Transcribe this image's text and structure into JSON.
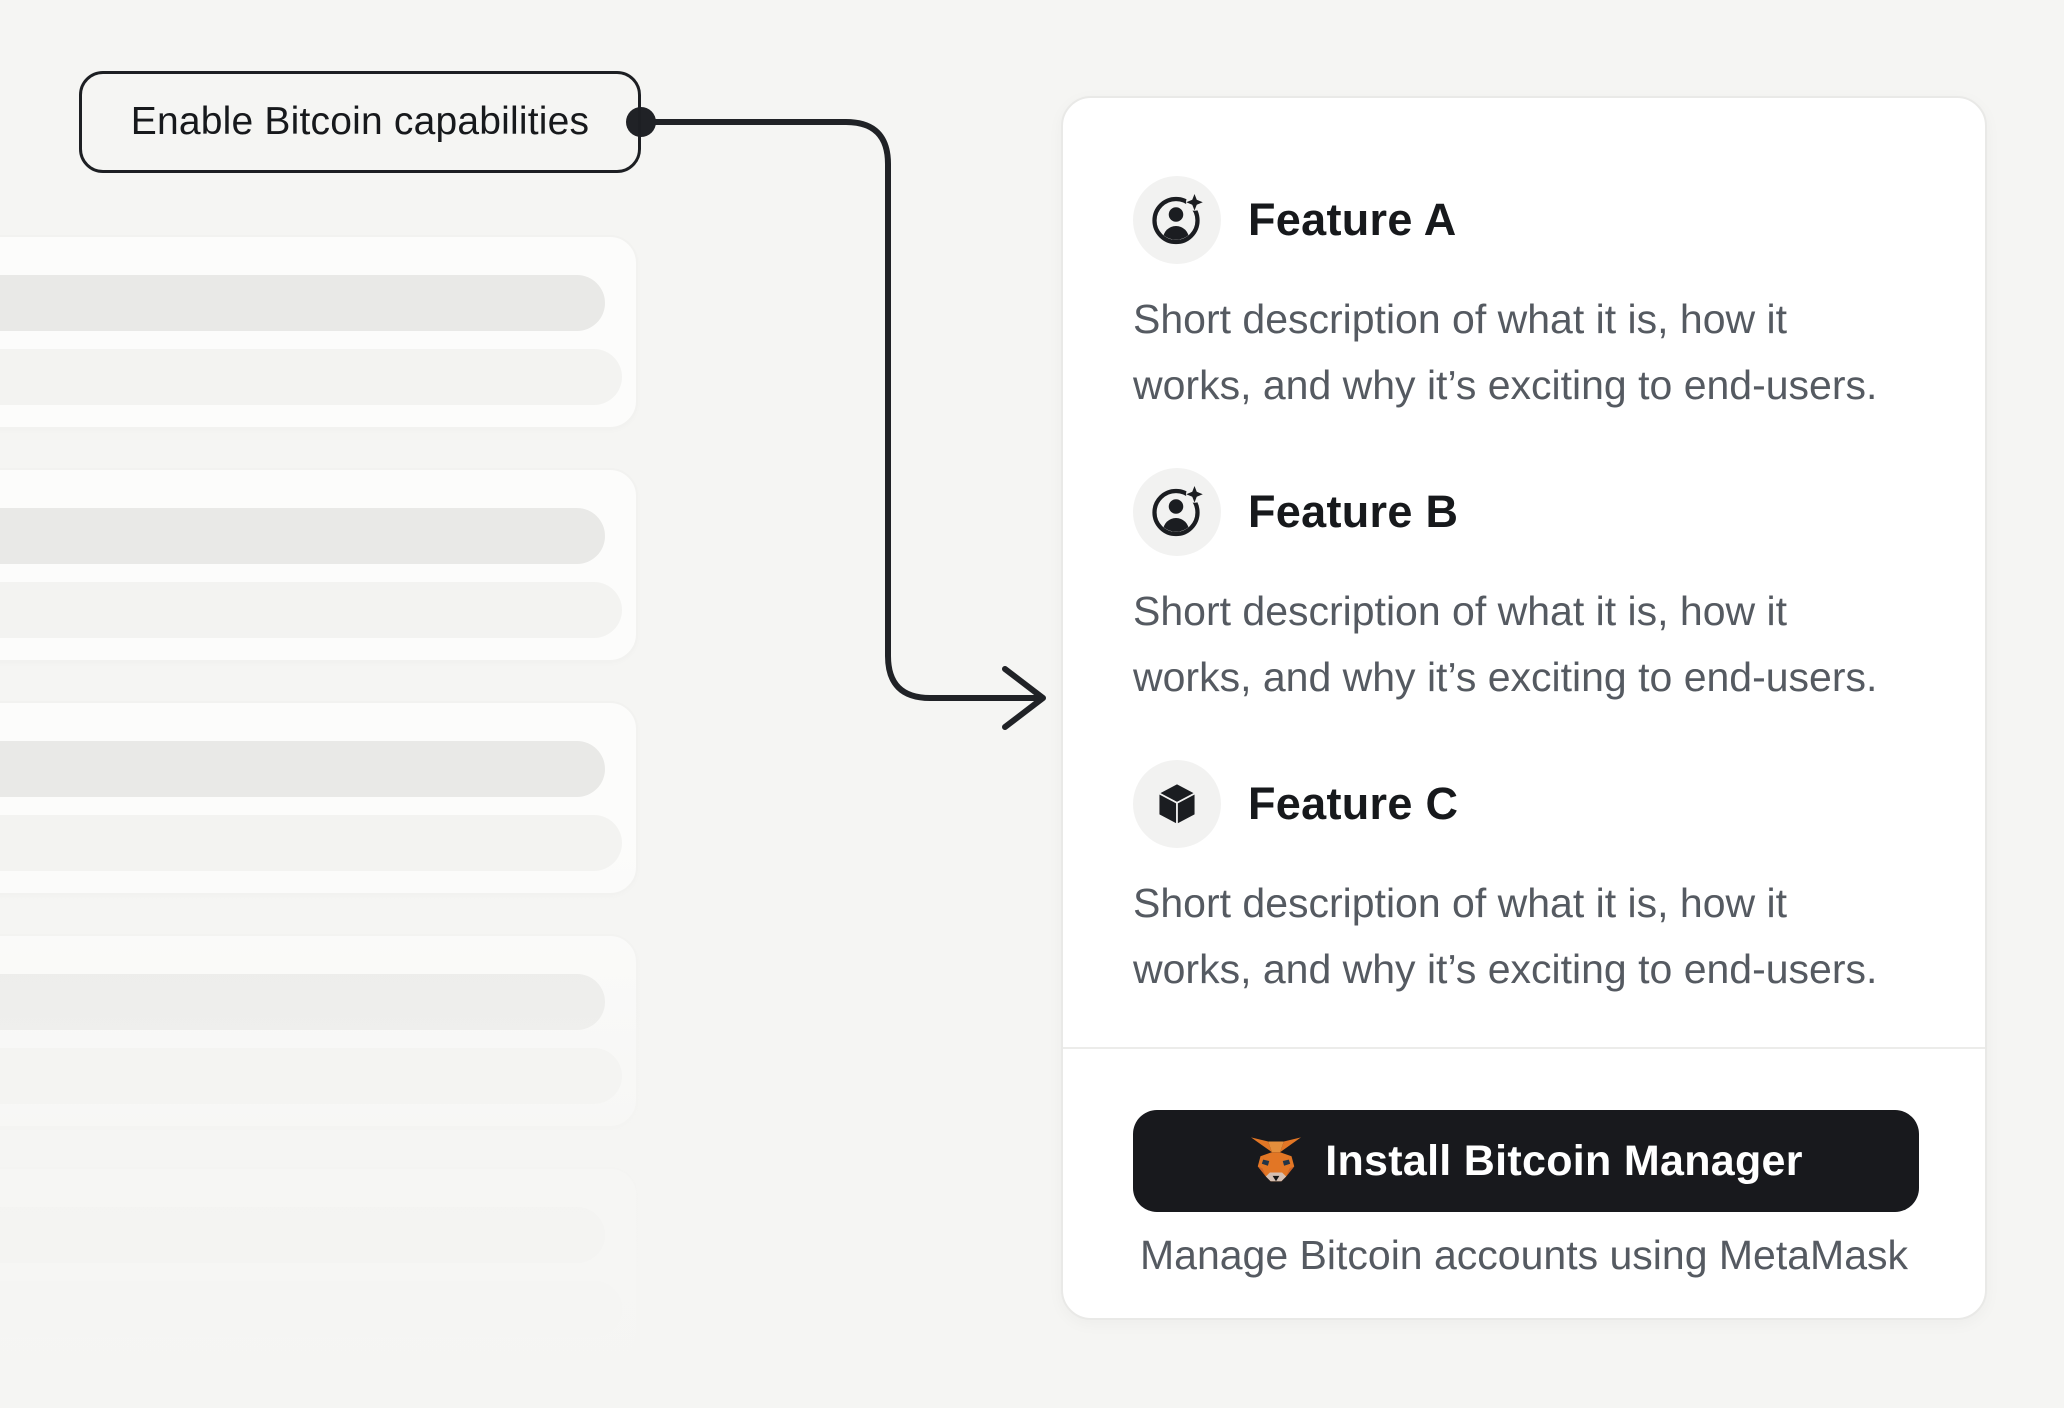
{
  "callout": {
    "label": "Enable Bitcoin capabilities"
  },
  "panel": {
    "features": [
      {
        "title": "Feature A",
        "icon": "user-sparkle-icon",
        "description_lines": [
          "Short description of what it is, how it",
          "works, and why it’s exciting to end-users."
        ]
      },
      {
        "title": "Feature B",
        "icon": "user-sparkle-icon",
        "description_lines": [
          "Short description of what it is, how it",
          "works, and why it’s exciting to end-users."
        ]
      },
      {
        "title": "Feature C",
        "icon": "cube-icon",
        "description_lines": [
          "Short description of what it is, how it",
          "works, and why it’s exciting to end-users."
        ]
      }
    ],
    "install_button": {
      "label": "Install Bitcoin Manager",
      "icon": "metamask-fox-icon"
    },
    "footer_note": "Manage Bitcoin accounts using MetaMask"
  },
  "colors": {
    "background": "#f5f5f3",
    "panel_background": "#ffffff",
    "ink": "#17191c",
    "text_secondary": "#555a61",
    "button_background": "#18191d",
    "connector": "#202226",
    "metamask_orange": "#e27625"
  }
}
